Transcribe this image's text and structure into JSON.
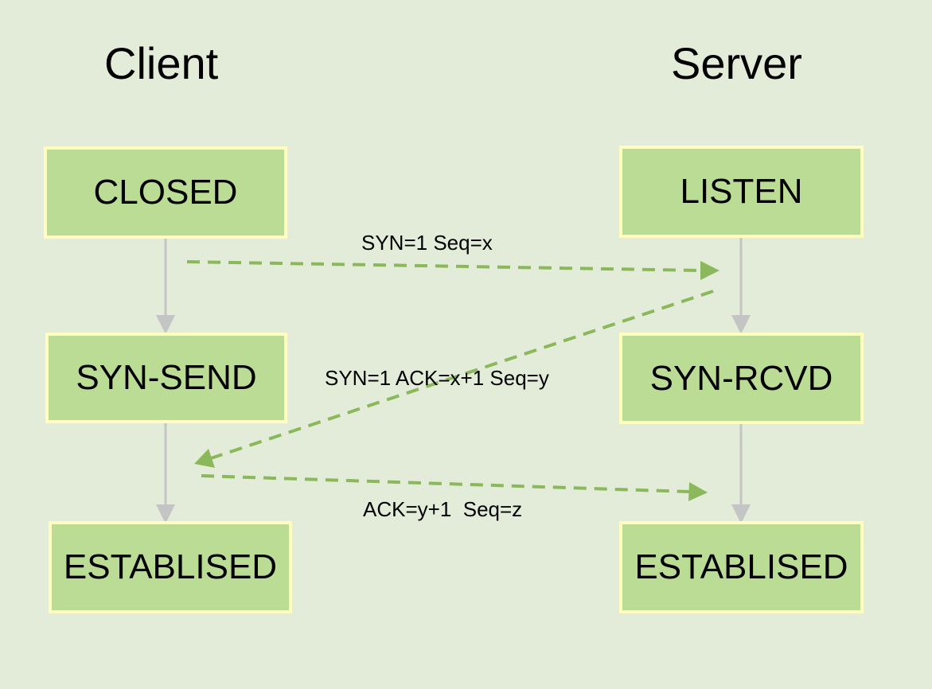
{
  "client": {
    "heading": "Client",
    "states": [
      "CLOSED",
      "SYN-SEND",
      "ESTABLISED"
    ]
  },
  "server": {
    "heading": "Server",
    "states": [
      "LISTEN",
      "SYN-RCVD",
      "ESTABLISED"
    ]
  },
  "messages": [
    {
      "label": "SYN=1 Seq=x",
      "from": "client",
      "to": "server"
    },
    {
      "label": "SYN=1 ACK=x+1 Seq=y",
      "from": "server",
      "to": "client"
    },
    {
      "label": "ACK=y+1  Seq=z",
      "from": "client",
      "to": "server"
    }
  ],
  "colors": {
    "background": "#e3ecd8",
    "state_fill": "#bbdc94",
    "state_border": "#fffdbf",
    "transition_arrow": "#c4c4c4",
    "message_arrow": "#8ab85a"
  }
}
